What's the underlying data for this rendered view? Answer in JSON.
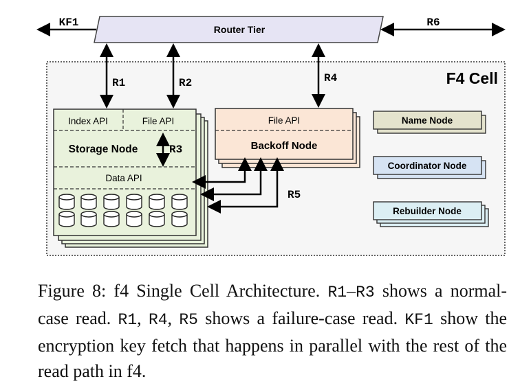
{
  "diagram": {
    "router_label": "Router Tier",
    "cell_label": "F4 Cell",
    "storage_node": {
      "index_api": "Index API",
      "file_api": "File API",
      "title": "Storage Node",
      "data_api": "Data API"
    },
    "backoff_node": {
      "file_api": "File API",
      "title": "Backoff Node"
    },
    "side_nodes": [
      {
        "label": "Name Node",
        "color": "#e4e3cd"
      },
      {
        "label": "Coordinator Node",
        "color": "#d6e3f3"
      },
      {
        "label": "Rebuilder Node",
        "color": "#dceff4"
      }
    ],
    "arrows": {
      "kf1": "KF1",
      "r1": "R1",
      "r2": "R2",
      "r3": "R3",
      "r4": "R4",
      "r5": "R5",
      "r6": "R6"
    },
    "colors": {
      "router": "#e6e4f4",
      "storage": "#e9f2dc",
      "backoff": "#fbe6d6",
      "cell_bg": "#f6f6f6"
    }
  },
  "caption": {
    "p1": "Figure 8: f4 Single Cell Architecture. ",
    "c1": "R1",
    "p2": "–",
    "c2": "R3",
    "p3": " shows a normal-case read. ",
    "c3": "R1",
    "p4": ", ",
    "c4": "R4",
    "p5": ", ",
    "c5": "R5",
    "p6": " shows a failure-case read. ",
    "c6": "KF1",
    "p7": " show the encryption key fetch that happens in parallel with the rest of the read path in f4."
  }
}
